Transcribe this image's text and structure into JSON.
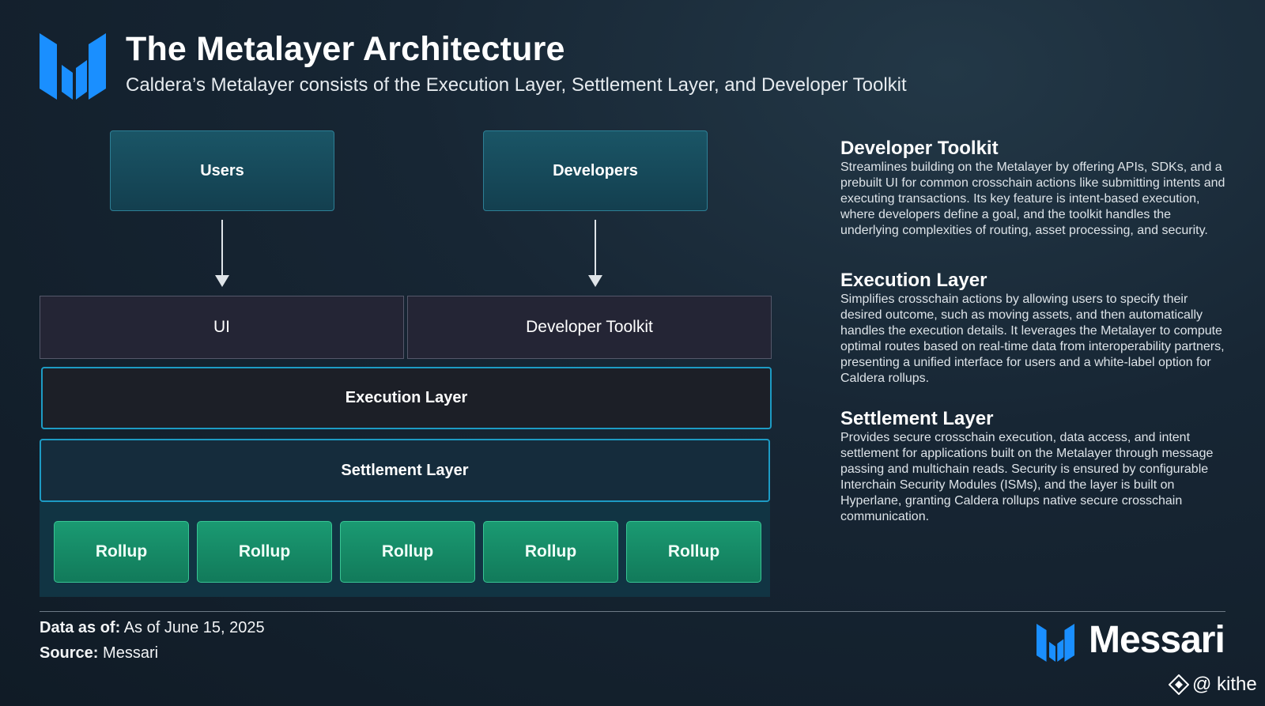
{
  "header": {
    "title": "The Metalayer Architecture",
    "subtitle": "Caldera’s Metalayer consists of the Execution Layer, Settlement Layer, and Developer Toolkit"
  },
  "diagram": {
    "users": "Users",
    "developers": "Developers",
    "ui": "UI",
    "developer_toolkit": "Developer Toolkit",
    "execution_layer": "Execution Layer",
    "settlement_layer": "Settlement Layer",
    "rollups": [
      "Rollup",
      "Rollup",
      "Rollup",
      "Rollup",
      "Rollup"
    ]
  },
  "sections": [
    {
      "title": "Developer Toolkit",
      "body": "Streamlines building on the Metalayer by offering APIs, SDKs, and a prebuilt UI for common crosschain actions like submitting intents and executing transactions. Its key feature is intent-based execution, where developers define a goal, and the toolkit handles the underlying complexities of routing, asset processing, and security."
    },
    {
      "title": "Execution Layer",
      "body": "Simplifies crosschain actions by allowing users to specify their desired outcome, such as moving assets, and then automatically handles the execution details. It leverages the Metalayer to compute optimal routes based on real-time data from interoperability partners, presenting a unified interface for users and a white-label option for Caldera rollups."
    },
    {
      "title": "Settlement Layer",
      "body": "Provides secure crosschain execution, data access, and intent settlement for applications built on the Metalayer through message passing and multichain reads. Security is ensured by configurable Interchain Security Modules (ISMs), and the layer is built on Hyperlane, granting Caldera rollups native secure crosschain communication."
    }
  ],
  "footer": {
    "data_label": "Data as of:",
    "data_value": "As of June 15, 2025",
    "source_label": "Source:",
    "source_value": "Messari",
    "brand": "Messari",
    "handle": "@ kithe"
  },
  "colors": {
    "accent_blue": "#1d9bc4",
    "rollup_green": "#1a9a72",
    "logo_blue": "#1a8fff"
  },
  "icons": [
    "messari-logo-icon",
    "arrow-down-icon",
    "binance-square-icon"
  ]
}
